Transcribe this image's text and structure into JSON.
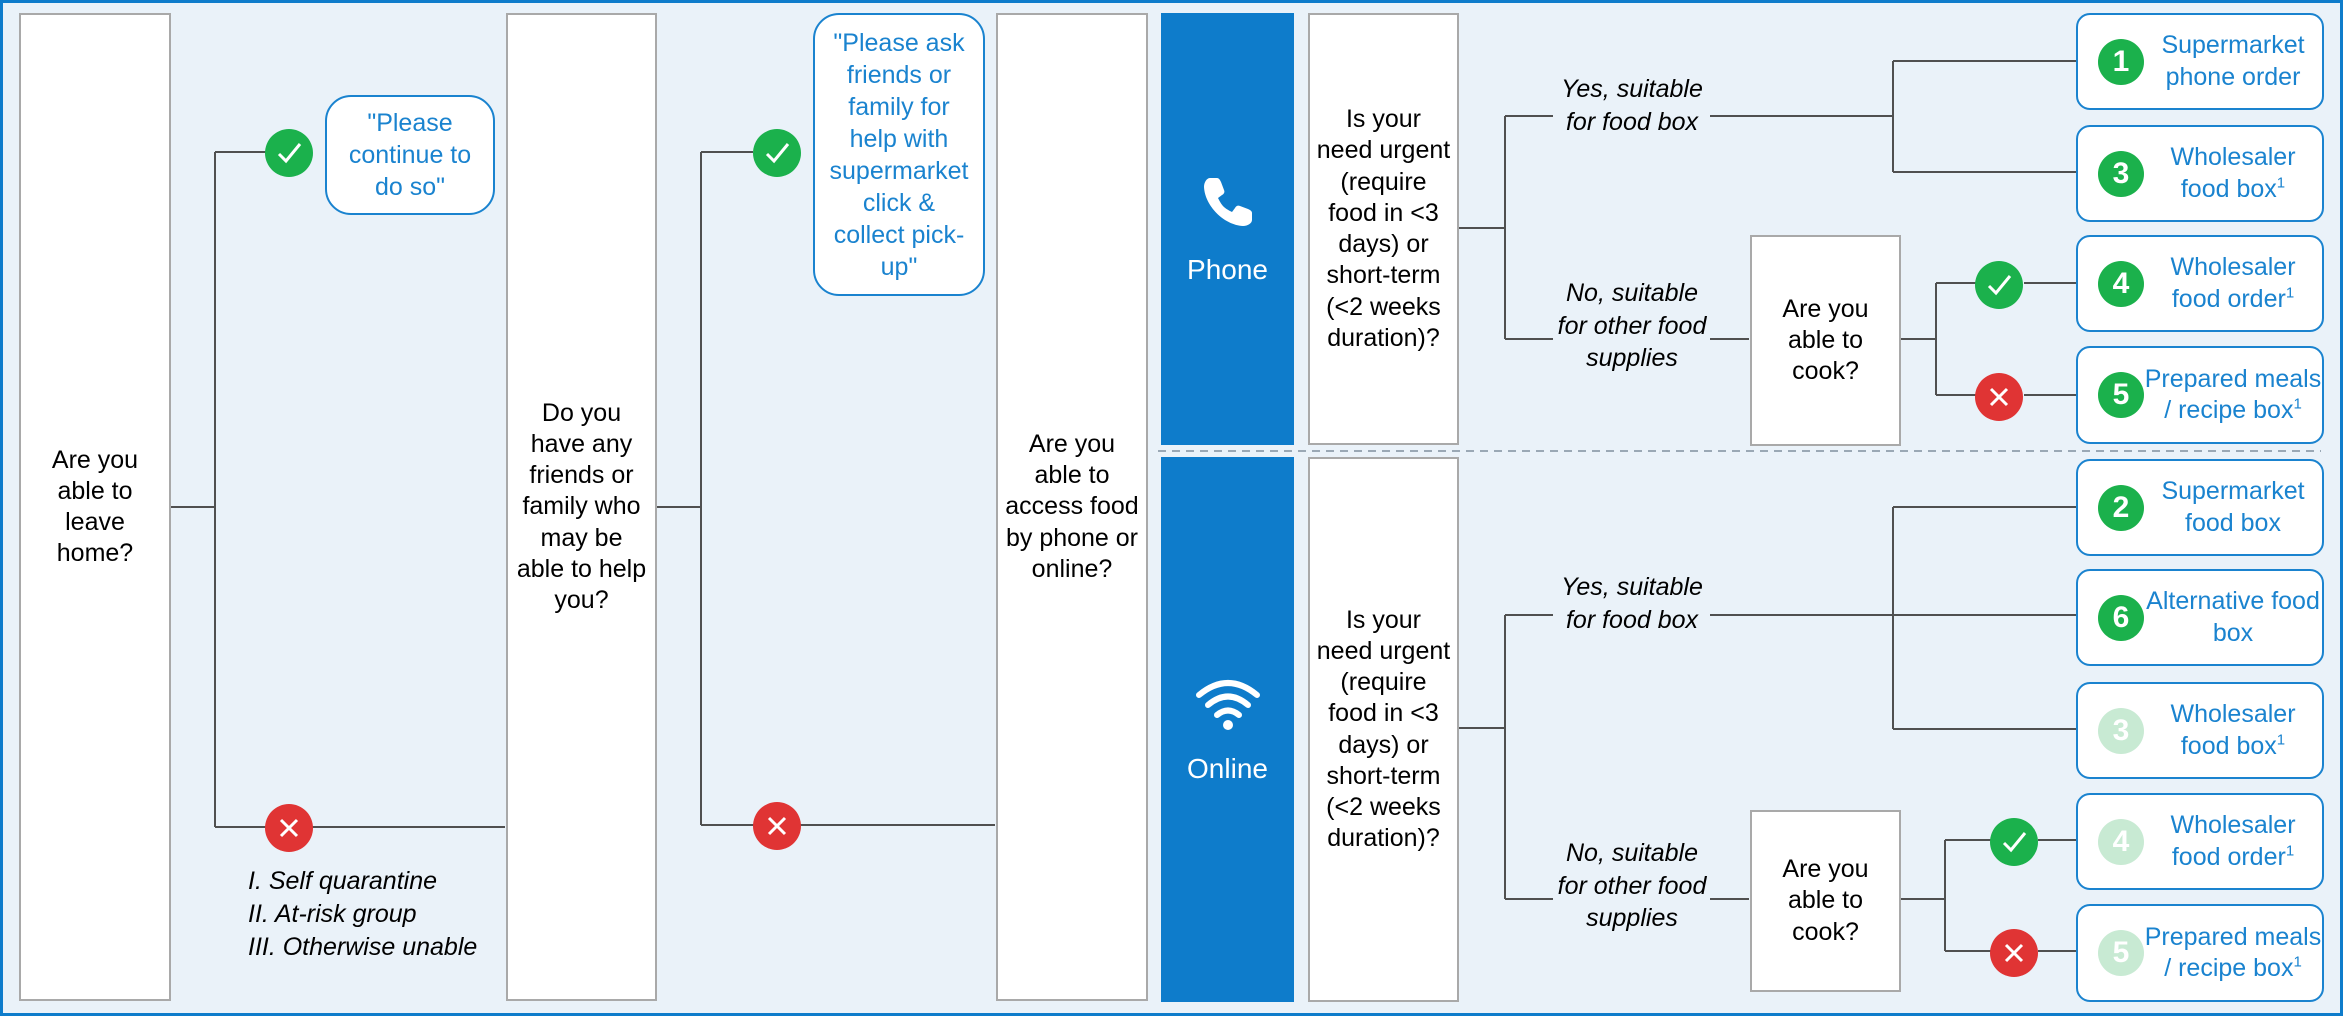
{
  "questions": {
    "leave_home": "Are you able to leave home?",
    "friends_family": "Do you have any friends or family who may be able to help you?",
    "access": "Are you able to access food by phone or online?",
    "urgent_phone": "Is your need urgent (require food in <3 days) or short-term (<2 weeks duration)?",
    "urgent_online": "Is your need urgent (require food in <3 days) or short-term (<2 weeks duration)?",
    "cook_phone": "Are you able to cook?",
    "cook_online": "Are you able to cook?"
  },
  "callouts": {
    "continue": "\"Please continue to do so\"",
    "ask_friends": "\"Please ask friends or family for help with supermarket click & collect pick-up\""
  },
  "reasons": [
    "I. Self quarantine",
    "II. At-risk group",
    "III. Otherwise unable"
  ],
  "channels": {
    "phone": {
      "label": "Phone",
      "icon": "phone-icon"
    },
    "online": {
      "label": "Online",
      "icon": "wifi-icon"
    }
  },
  "branches": {
    "yes": "Yes, suitable for food box",
    "no": "No, suitable for other food supplies"
  },
  "outcomes": {
    "phone": [
      {
        "num": "1",
        "label": "Supermarket phone order",
        "sup": "",
        "faded": false
      },
      {
        "num": "3",
        "label": "Wholesaler food box",
        "sup": "1",
        "faded": false
      },
      {
        "num": "4",
        "label": "Wholesaler food order",
        "sup": "1",
        "faded": false
      },
      {
        "num": "5",
        "label": "Prepared meals / recipe box",
        "sup": "1",
        "faded": false
      }
    ],
    "online": [
      {
        "num": "2",
        "label": "Supermarket food box",
        "sup": "",
        "faded": false
      },
      {
        "num": "6",
        "label": "Alternative food box",
        "sup": "",
        "faded": false
      },
      {
        "num": "3",
        "label": "Wholesaler food box",
        "sup": "1",
        "faded": true
      },
      {
        "num": "4",
        "label": "Wholesaler food order",
        "sup": "1",
        "faded": true
      },
      {
        "num": "5",
        "label": "Prepared meals / recipe box",
        "sup": "1",
        "faded": true
      }
    ]
  },
  "colors": {
    "frame": "#0e7ccb",
    "background": "#eaf2f9",
    "accent_text": "#1a83cf",
    "yes_green": "#1bb14c",
    "no_red": "#e03434",
    "faded_green": "#c8ead3"
  }
}
